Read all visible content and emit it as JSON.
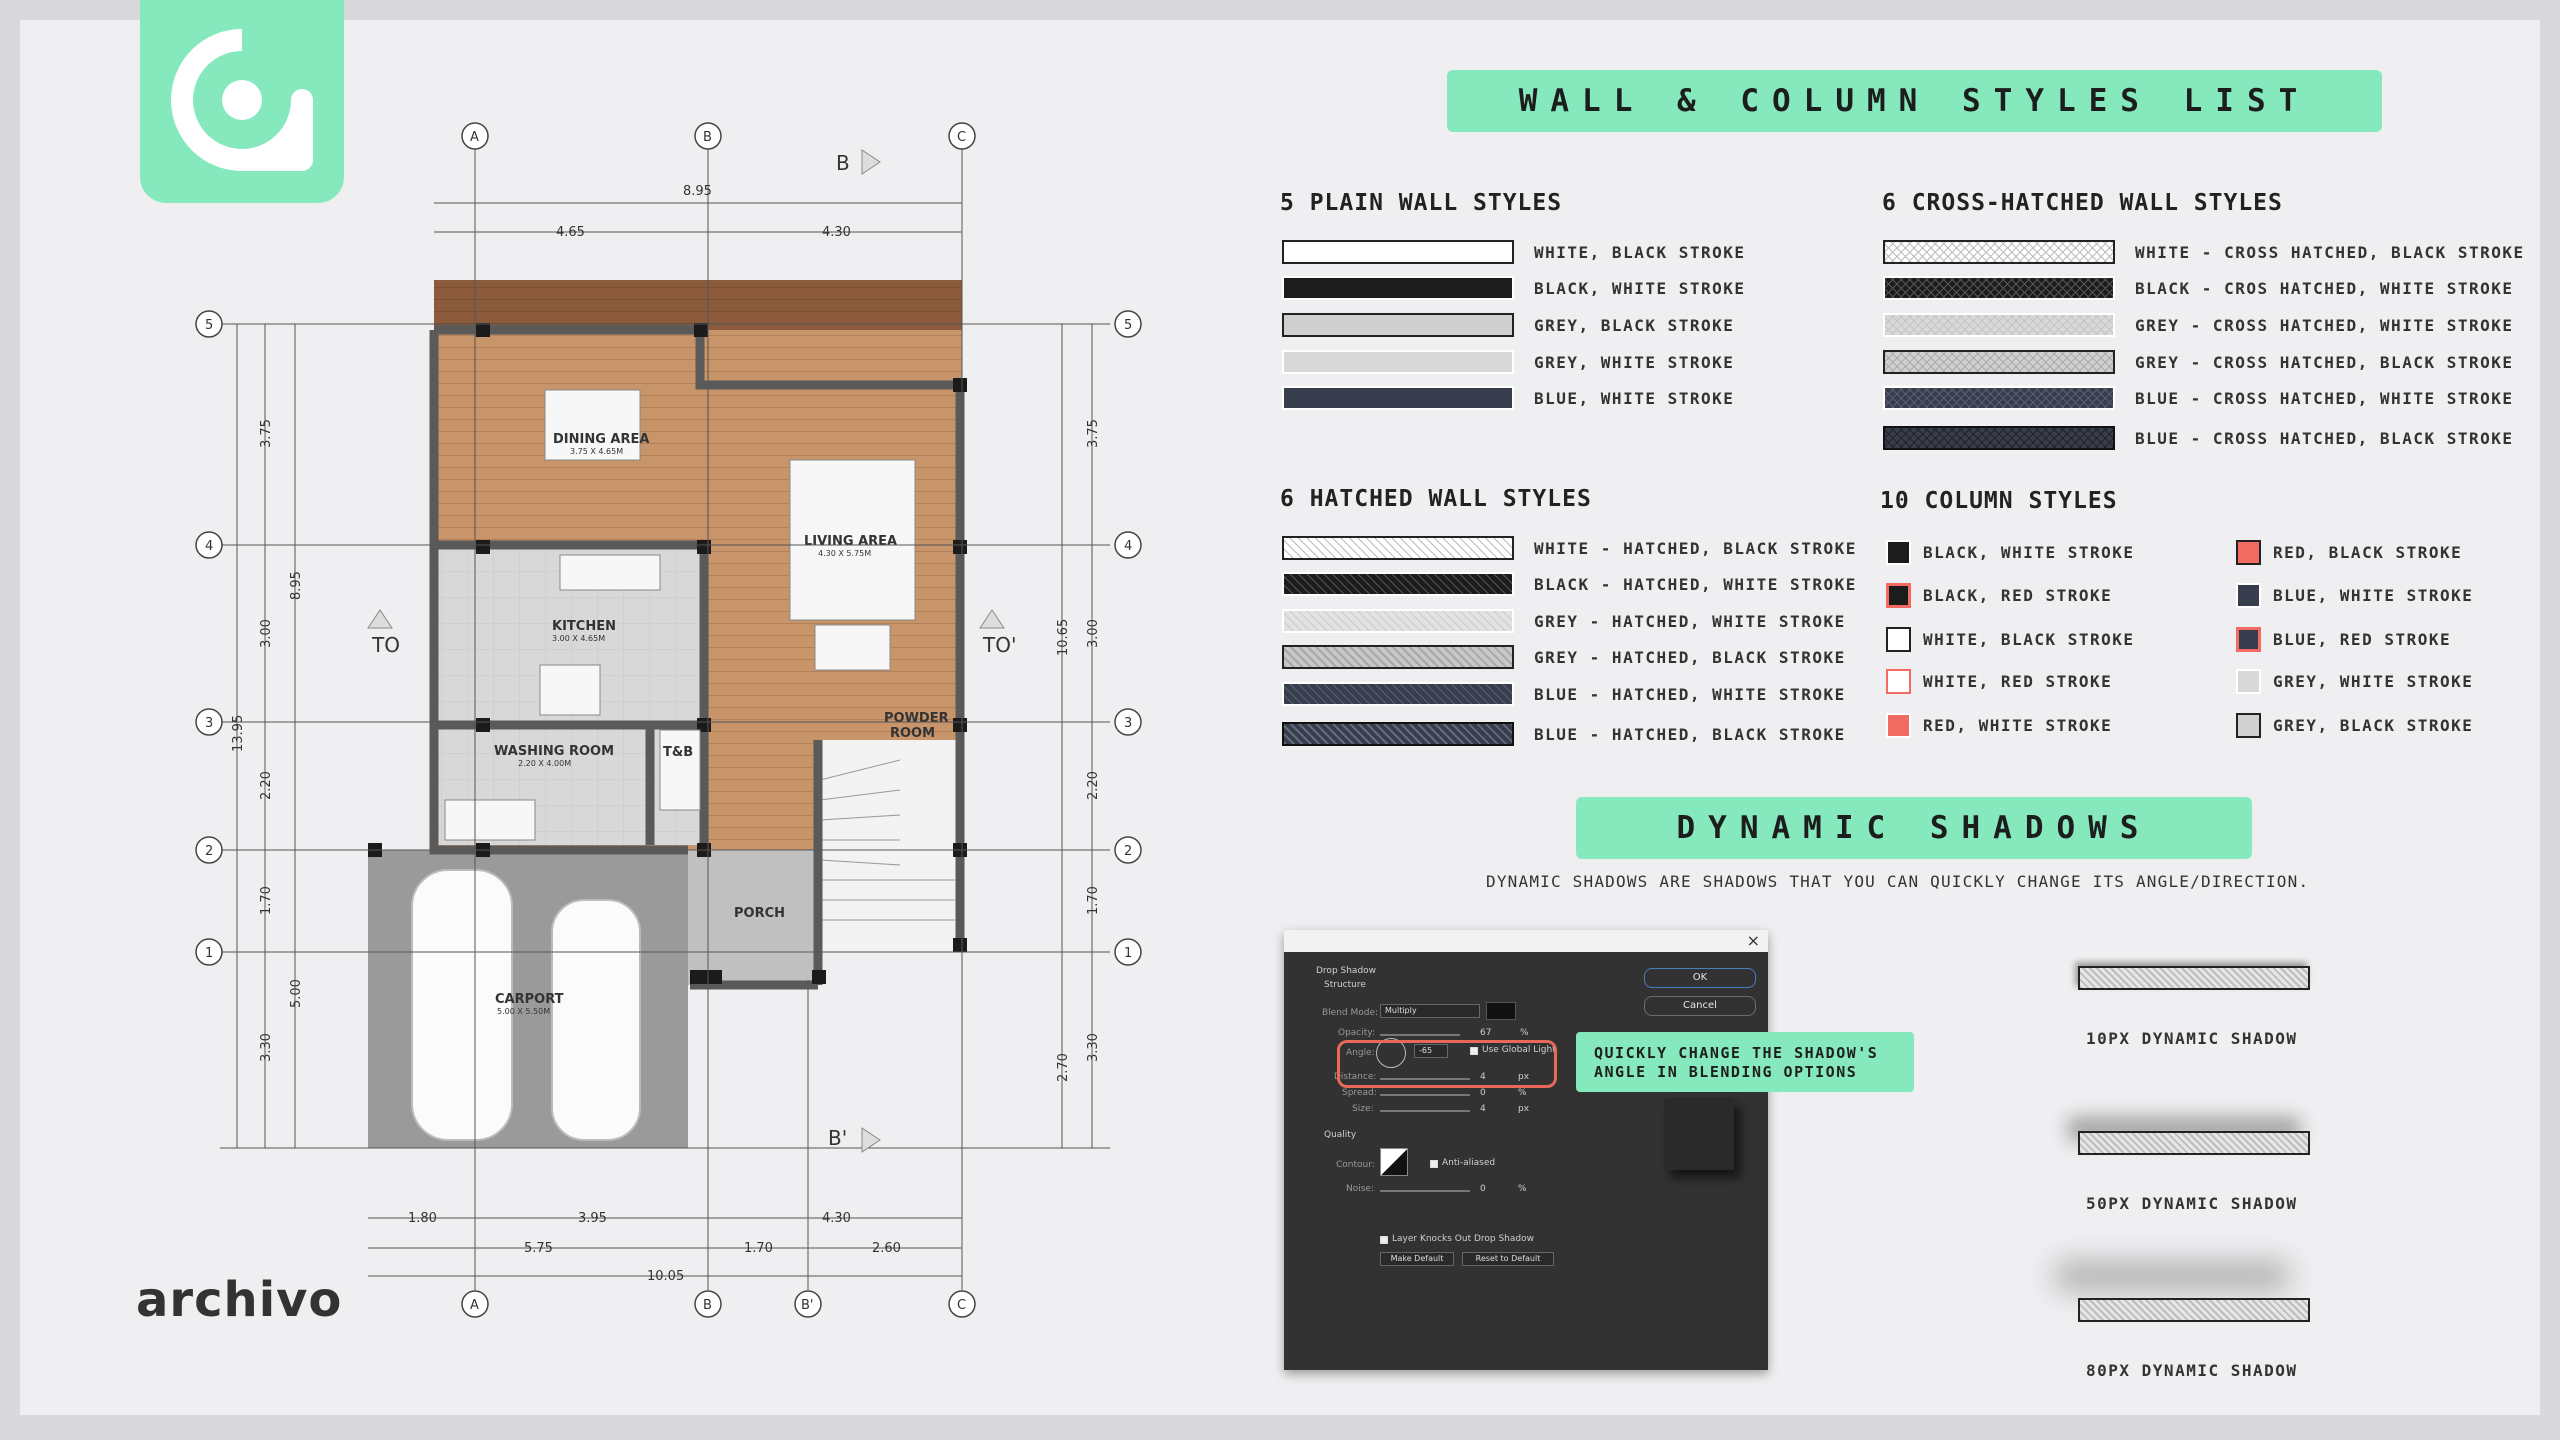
{
  "brand": {
    "name": "archivo",
    "logo_icon": "archivo-logo-icon",
    "accent": "#86e8bd"
  },
  "banners": {
    "main": "WALL & COLUMN STYLES LIST",
    "shadows": "DYNAMIC SHADOWS"
  },
  "plain": {
    "title": "5 PLAIN WALL STYLES",
    "items": [
      "WHITE, BLACK STROKE",
      "BLACK, WHITE STROKE",
      "GREY, BLACK STROKE",
      "GREY, WHITE STROKE",
      "BLUE, WHITE STROKE"
    ]
  },
  "cross": {
    "title": "6 CROSS-HATCHED WALL STYLES",
    "items": [
      "WHITE - CROSS HATCHED, BLACK STROKE",
      "BLACK - CROS HATCHED, WHITE STROKE",
      "GREY - CROSS HATCHED, WHITE STROKE",
      "GREY - CROSS HATCHED, BLACK STROKE",
      "BLUE - CROSS HATCHED, WHITE STROKE",
      "BLUE - CROSS HATCHED, BLACK STROKE"
    ]
  },
  "hatched": {
    "title": "6 HATCHED WALL STYLES",
    "items": [
      "WHITE - HATCHED, BLACK STROKE",
      "BLACK - HATCHED, WHITE STROKE",
      "GREY - HATCHED, WHITE STROKE",
      "GREY - HATCHED, BLACK STROKE",
      "BLUE - HATCHED, WHITE STROKE",
      "BLUE - HATCHED, BLACK STROKE"
    ]
  },
  "columns": {
    "title": "10 COLUMN STYLES",
    "left": [
      "BLACK, WHITE STROKE",
      "BLACK, RED STROKE",
      "WHITE, BLACK STROKE",
      "WHITE, RED STROKE",
      "RED, WHITE STROKE"
    ],
    "right": [
      "RED, BLACK STROKE",
      "BLUE, WHITE STROKE",
      "BLUE, RED STROKE",
      "GREY, WHITE STROKE",
      "GREY, BLACK STROKE"
    ]
  },
  "shadows": {
    "description": "DYNAMIC SHADOWS ARE SHADOWS THAT YOU CAN QUICKLY CHANGE ITS ANGLE/DIRECTION.",
    "callout_line1": "QUICKLY CHANGE THE SHADOW'S",
    "callout_line2": "ANGLE IN BLENDING OPTIONS",
    "samples": [
      "10PX DYNAMIC SHADOW",
      "50PX DYNAMIC SHADOW",
      "80PX DYNAMIC SHADOW"
    ]
  },
  "dialog": {
    "title": "Drop Shadow",
    "structure": "Structure",
    "blend_mode_label": "Blend Mode:",
    "blend_mode": "Multiply",
    "opacity_label": "Opacity:",
    "opacity": "67",
    "angle_label": "Angle:",
    "angle": "-65",
    "global_light": "Use Global Light",
    "distance_label": "Distance:",
    "distance": "4",
    "spread_label": "Spread:",
    "spread": "0",
    "size_label": "Size:",
    "size": "4",
    "quality": "Quality",
    "contour_label": "Contour:",
    "anti_aliased": "Anti-aliased",
    "noise_label": "Noise:",
    "noise": "0",
    "knockout": "Layer Knocks Out Drop Shadow",
    "make_default": "Make Default",
    "reset_default": "Reset to Default",
    "ok": "OK",
    "cancel": "Cancel",
    "unit_pct": "%",
    "unit_px": "px",
    "close": "×"
  },
  "plan": {
    "grid_top": [
      "A",
      "B",
      "C"
    ],
    "grid_bottom": [
      "A",
      "B",
      "B'",
      "C"
    ],
    "grid_rows": [
      "5",
      "4",
      "3",
      "2",
      "1"
    ],
    "section_top": "B",
    "section_bottom": "B'",
    "section_left": "TO",
    "section_right": "TO'",
    "dims_top": [
      "8.95",
      "4.65",
      "4.30"
    ],
    "dims_bottom1": [
      "1.80",
      "3.95",
      "4.30"
    ],
    "dims_bottom2": [
      "5.75",
      "1.70",
      "2.60"
    ],
    "dims_bottom3": "10.05",
    "dims_left1": [
      "3.75",
      "3.00",
      "2.20",
      "1.70",
      "3.30"
    ],
    "dims_left2": [
      "8.95",
      "5.00"
    ],
    "dims_left3": "13.95",
    "dims_right1": [
      "3.75",
      "3.00",
      "2.20",
      "1.70",
      "3.30"
    ],
    "dims_right2": [
      "10.65",
      "2.70"
    ],
    "rooms": {
      "dining": "DINING AREA",
      "dining_size": "3.75 X 4.65M",
      "living": "LIVING AREA",
      "living_size": "4.30 X 5.75M",
      "kitchen": "KITCHEN",
      "kitchen_size": "3.00 X 4.65M",
      "washing": "WASHING ROOM",
      "washing_size": "2.20 X 4.00M",
      "tb": "T&B",
      "powder": "POWDER",
      "powder2": "ROOM",
      "porch": "PORCH",
      "carport": "CARPORT",
      "carport_size": "5.00 X 5.50M"
    }
  }
}
